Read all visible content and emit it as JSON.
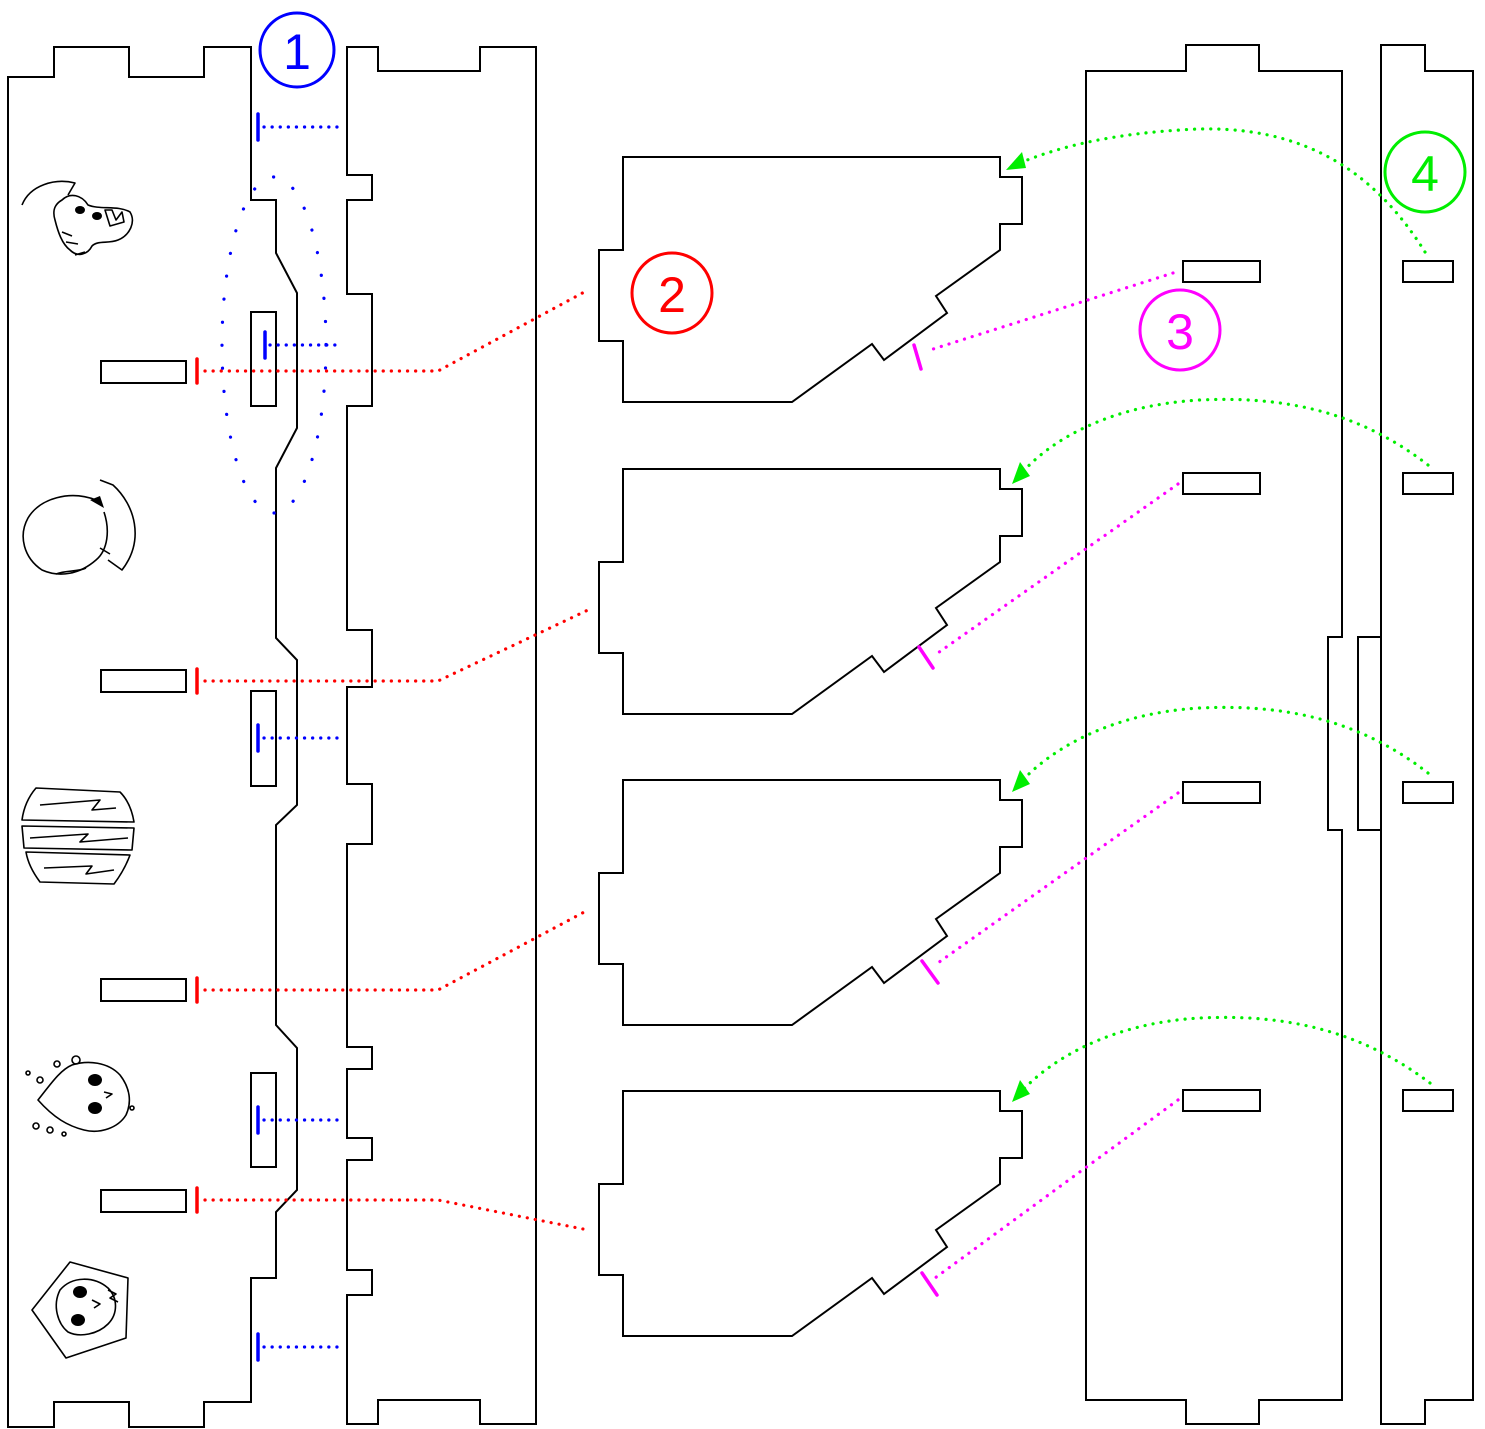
{
  "steps": [
    {
      "label": "1",
      "color": "#0000ff"
    },
    {
      "label": "2",
      "color": "#ff0000"
    },
    {
      "label": "3",
      "color": "#ff00ff"
    },
    {
      "label": "4",
      "color": "#00ee00"
    }
  ],
  "colors": {
    "outline": "#000000",
    "step1": "#0000ff",
    "step2": "#ff0000",
    "step3": "#ff00ff",
    "step4": "#00ee00"
  },
  "illustrations": [
    "skull-splat-icon",
    "hooded-head-icon",
    "cracked-shield-icon",
    "bubbling-skull-icon",
    "pentagon-skull-icon"
  ]
}
